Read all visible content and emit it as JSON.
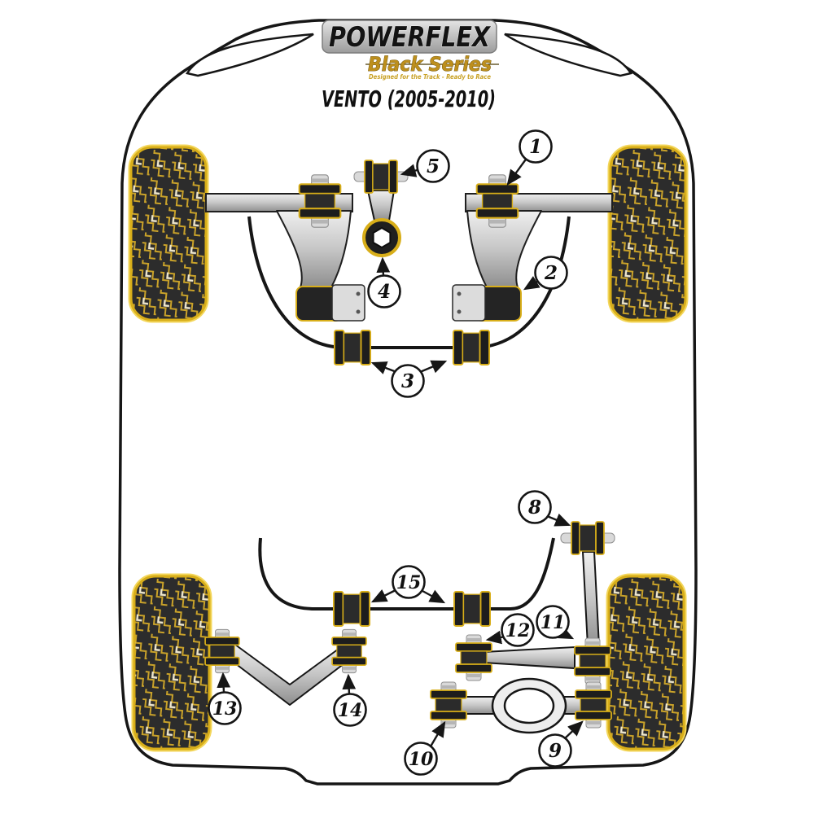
{
  "header": {
    "brand": "POWERFLEX",
    "series": "Black Series",
    "tagline": "Designed for the Track - Ready to Race",
    "model": "VENTO (2005-2010)"
  },
  "callouts": [
    {
      "label": "1"
    },
    {
      "label": "2"
    },
    {
      "label": "3"
    },
    {
      "label": "4"
    },
    {
      "label": "5"
    },
    {
      "label": "8"
    },
    {
      "label": "9"
    },
    {
      "label": "10"
    },
    {
      "label": "11"
    },
    {
      "label": "12"
    },
    {
      "label": "13"
    },
    {
      "label": "14"
    },
    {
      "label": "15"
    }
  ],
  "colors": {
    "accent_gold": "#d8ae19",
    "tread_gold": "#c9a22a",
    "tread_light": "#efe7cd",
    "bushing_black": "#1d1d1d",
    "outline": "#161616",
    "series_gold": "#bd8f1d",
    "metal_light": "#efefef",
    "metal_dark": "#8e8e8e",
    "background": "#ffffff"
  }
}
